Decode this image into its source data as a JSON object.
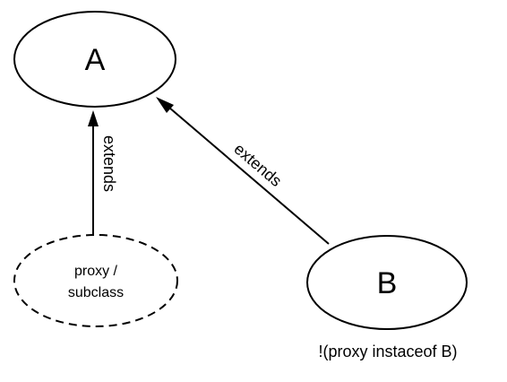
{
  "nodes": {
    "a": {
      "label": "A"
    },
    "proxy": {
      "label_line1": "proxy /",
      "label_line2": "subclass"
    },
    "b": {
      "label": "B",
      "caption": "!(proxy instaceof B)"
    }
  },
  "edges": {
    "proxy_to_a": {
      "label": "extends"
    },
    "b_to_a": {
      "label": "extends"
    }
  }
}
